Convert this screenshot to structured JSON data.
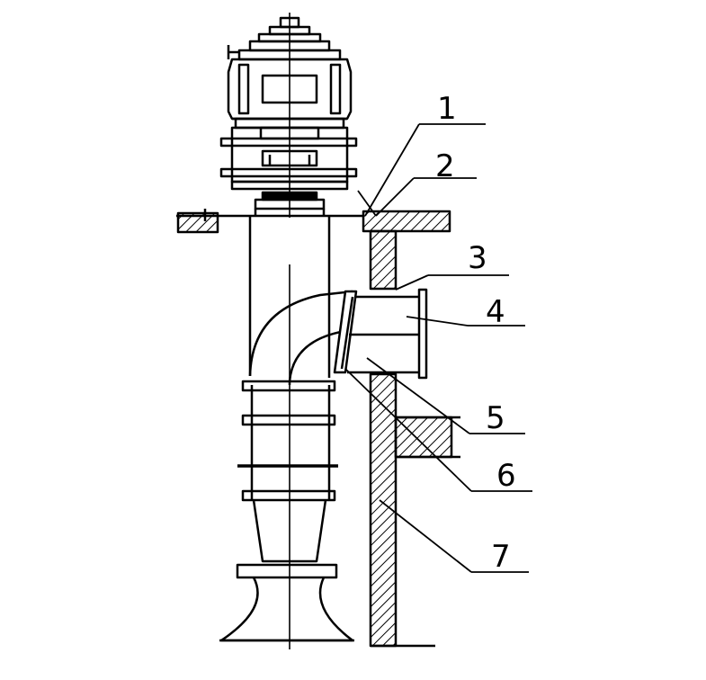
{
  "diagram": {
    "callouts": [
      {
        "id": "1",
        "text": "1"
      },
      {
        "id": "2",
        "text": "2"
      },
      {
        "id": "3",
        "text": "3"
      },
      {
        "id": "4",
        "text": "4"
      },
      {
        "id": "5",
        "text": "5"
      },
      {
        "id": "6",
        "text": "6"
      },
      {
        "id": "7",
        "text": "7"
      }
    ],
    "colors": {
      "line": "#000000",
      "background": "#ffffff"
    }
  }
}
